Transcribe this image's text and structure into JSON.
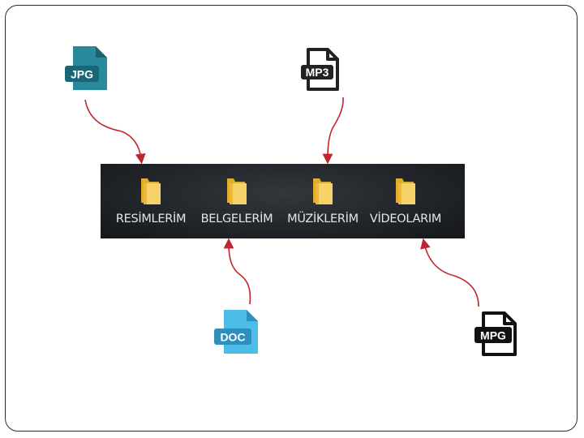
{
  "folders": [
    {
      "label": "RESİMLERİM"
    },
    {
      "label": "BELGELERİM"
    },
    {
      "label": "MÜZİKLERİM"
    },
    {
      "label": "VİDEOLARIM"
    }
  ],
  "files": {
    "jpg": {
      "label": "JPG",
      "color": "#1f7a8c",
      "icon": "jpg-file-icon"
    },
    "mp3": {
      "label": "MP3",
      "color": "#222222",
      "icon": "mp3-file-icon"
    },
    "doc": {
      "label": "DOC",
      "color": "#3fb0d8",
      "icon": "doc-file-icon"
    },
    "mpg": {
      "label": "MPG",
      "color": "#111111",
      "icon": "mpg-file-icon"
    }
  },
  "colors": {
    "arrow": "#c0262d",
    "folder": "#f2c94c"
  }
}
